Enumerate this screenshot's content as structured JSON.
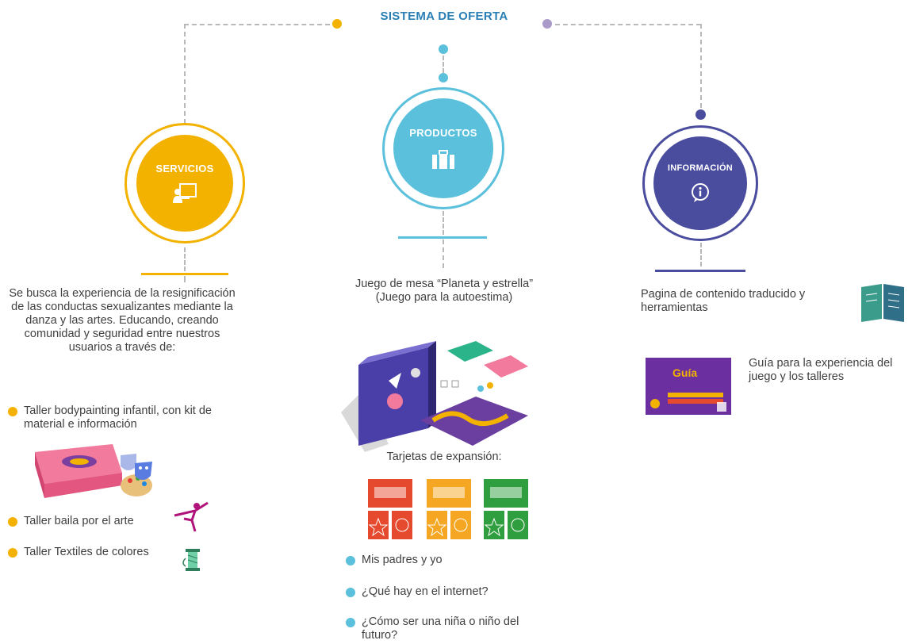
{
  "title": "SISTEMA DE OFERTA",
  "colors": {
    "servicios": "#f3b200",
    "productos": "#5bc0dc",
    "informacion": "#4a4c9e",
    "info_dot": "#a99ac8",
    "title": "#2a7fb4"
  },
  "servicios": {
    "label": "SERVICIOS",
    "icon": "presentation-icon",
    "description": "Se busca la experiencia de la resignificación de las conductas sexualizantes mediante la danza y las artes. Educando, creando comunidad y seguridad entre nuestros usuarios a través de:",
    "items": [
      {
        "text": "Taller bodypainting infantil, con kit de material e información",
        "icon": "theater-masks-icon"
      },
      {
        "text": "Taller baila por el arte",
        "icon": "dancer-icon"
      },
      {
        "text": "Taller Textiles de colores",
        "icon": "thread-spool-icon"
      }
    ]
  },
  "productos": {
    "label": "PRODUCTOS",
    "icon": "briefcase-icon",
    "description": "Juego de mesa “Planeta y estrella” (Juego para la autoestima)",
    "expansion_title": "Tarjetas de expansión:",
    "items": [
      {
        "text": "Mis padres y yo"
      },
      {
        "text": "¿Qué hay en el internet?"
      },
      {
        "text": "¿Cómo ser una niña o niño del futuro?"
      }
    ]
  },
  "informacion": {
    "label": "INFORMACIÓN",
    "icon": "info-bubble-icon",
    "page_text": "Pagina de contenido traducido y herramientas",
    "guide_text": "Guía para la experiencia del juego y los talleres",
    "guide_title": "Guía"
  }
}
